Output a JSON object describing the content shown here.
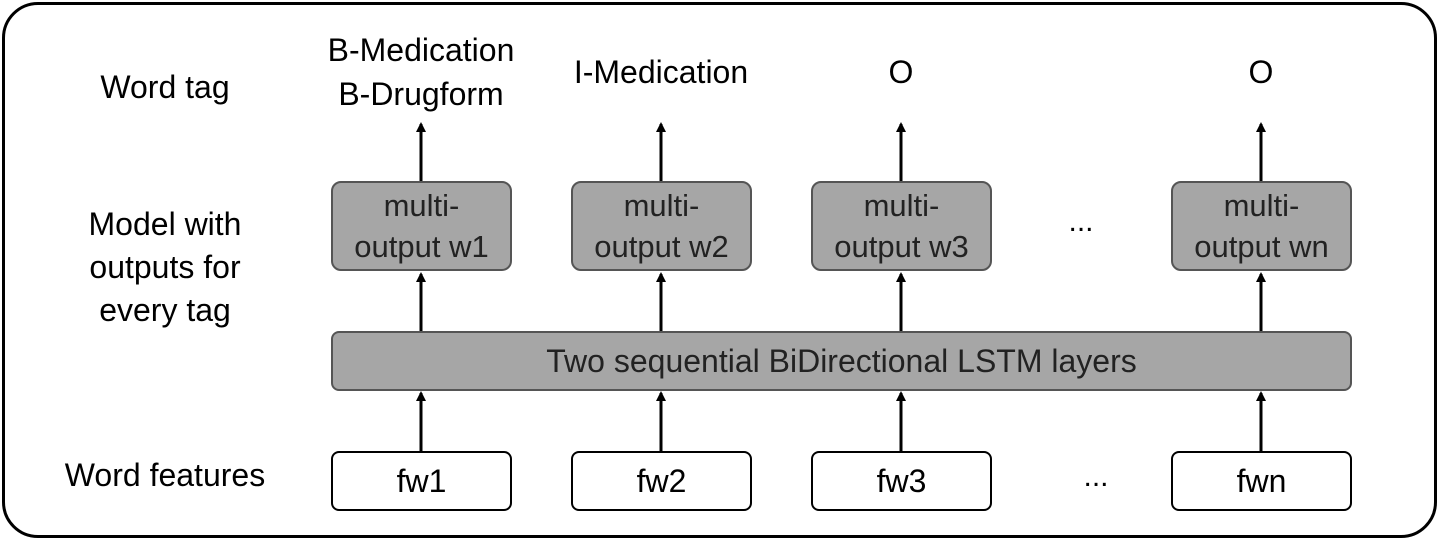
{
  "row_labels": {
    "word_tag": "Word tag",
    "model": [
      "Model with",
      "outputs for",
      "every tag"
    ],
    "word_features": "Word features"
  },
  "lstm_label": "Two sequential BiDirectional LSTM layers",
  "columns": [
    {
      "tag": [
        "B-Medication",
        "B-Drugform"
      ],
      "output": [
        "multi-",
        "output w1"
      ],
      "feature": "fw1"
    },
    {
      "tag": [
        "I-Medication"
      ],
      "output": [
        "multi-",
        "output w2"
      ],
      "feature": "fw2"
    },
    {
      "tag": [
        "O"
      ],
      "output": [
        "multi-",
        "output w3"
      ],
      "feature": "fw3"
    },
    {
      "tag": [
        "O"
      ],
      "output": [
        "multi-",
        "output wn"
      ],
      "feature": "fwn"
    }
  ],
  "ellipsis": "...",
  "colors": {
    "box_fill": "#a6a6a6",
    "box_border": "#555555",
    "line": "#000000"
  }
}
